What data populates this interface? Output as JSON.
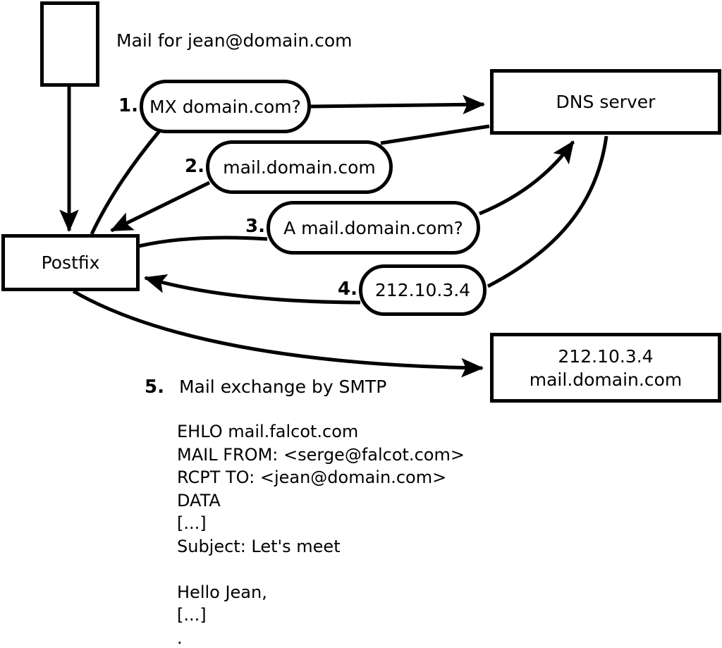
{
  "diagram": {
    "annotation": "Mail for jean@domain.com",
    "nodes": {
      "envelope": {
        "label": ""
      },
      "dns_server": {
        "label": "DNS server"
      },
      "postfix": {
        "label": "Postfix"
      },
      "mail_server": {
        "lines": [
          "212.10.3.4",
          "mail.domain.com"
        ]
      }
    },
    "steps": [
      {
        "num": "1.",
        "label": "MX domain.com?"
      },
      {
        "num": "2.",
        "label": "mail.domain.com"
      },
      {
        "num": "3.",
        "label": "A mail.domain.com?"
      },
      {
        "num": "4.",
        "label": "212.10.3.4"
      },
      {
        "num": "5.",
        "label": "Mail exchange by SMTP"
      }
    ],
    "smtp_session": [
      "EHLO mail.falcot.com",
      "MAIL FROM: <serge@falcot.com>",
      "RCPT TO: <jean@domain.com>",
      "DATA",
      "[...]",
      "Subject: Let's meet",
      "",
      "Hello Jean,",
      "[...]",
      "."
    ]
  },
  "colors": {
    "ink": "#000000",
    "background": "#ffffff"
  }
}
